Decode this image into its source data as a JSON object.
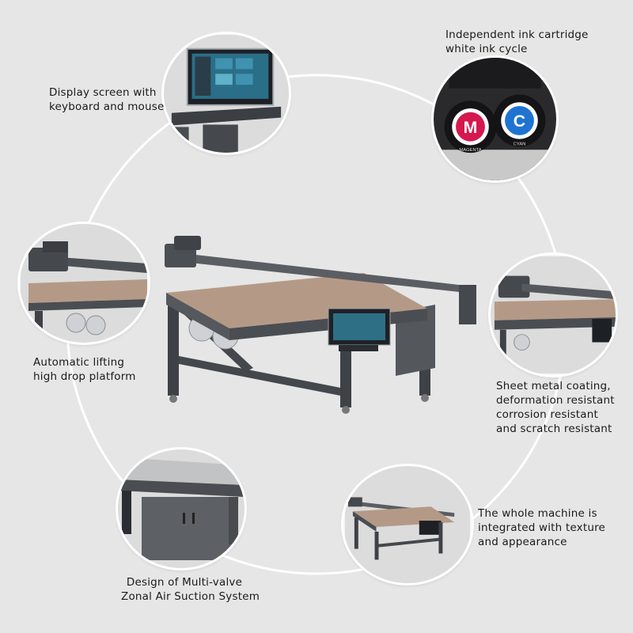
{
  "features": [
    {
      "id": "display",
      "lines": [
        "Display screen with",
        "keyboard and mouse"
      ]
    },
    {
      "id": "ink",
      "lines": [
        "Independent ink cartridge",
        "white ink cycle"
      ],
      "cartridges": [
        {
          "letter": "M",
          "ring_text": "MAGENTA",
          "color": "#d6184f"
        },
        {
          "letter": "C",
          "ring_text": "CYAN",
          "color": "#1f73d1"
        }
      ]
    },
    {
      "id": "lifting",
      "lines": [
        "Automatic lifting",
        "high drop platform"
      ]
    },
    {
      "id": "sheet",
      "lines": [
        "Sheet metal coating,",
        "deformation resistant",
        "corrosion resistant",
        "and scratch resistant"
      ]
    },
    {
      "id": "air",
      "lines": [
        "Design of Multi-valve",
        "Zonal Air Suction System"
      ]
    },
    {
      "id": "whole",
      "lines": [
        "The whole machine is",
        "integrated with texture",
        "and appearance"
      ]
    }
  ],
  "colors": {
    "background": "#e6e6e6",
    "ring": "#ffffff",
    "machine_body": "#4a4d52",
    "bed": "#b49a86"
  }
}
